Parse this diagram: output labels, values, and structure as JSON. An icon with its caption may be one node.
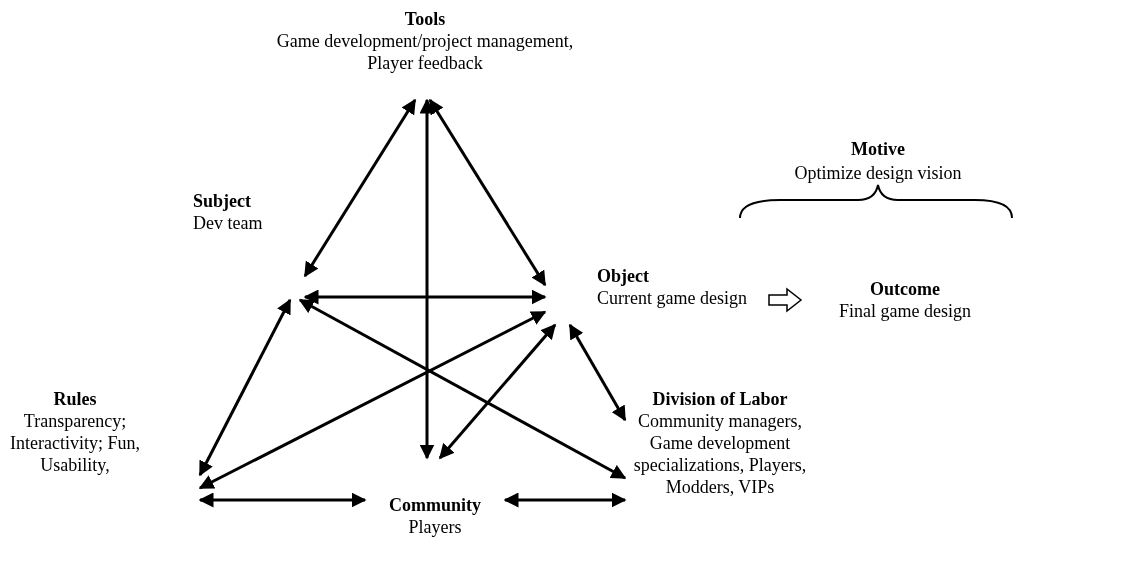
{
  "diagram": {
    "nodes": [
      {
        "text": [
          "Tools",
          "Game development/project management, Player feedback"
        ]
      },
      {
        "text": [
          "Subject",
          "Dev team"
        ]
      },
      {
        "text": [
          "Object",
          "Current game design"
        ]
      },
      {
        "text": [
          "Outcome",
          "Final game design"
        ]
      },
      {
        "text": [
          "Rules",
          "Transparency; Interactivity; Fun, Usability,"
        ]
      },
      {
        "text": [
          "Community",
          "Players"
        ]
      },
      {
        "text": [
          "Division of Labor",
          "Community managers, Game development specializations, Players, Modders, VIPs"
        ]
      }
    ],
    "edges": [
      {
        "from": 0,
        "to": 1,
        "arrow": "both"
      },
      {
        "from": 0,
        "to": 2,
        "arrow": "both"
      },
      {
        "from": 1,
        "to": 2,
        "arrow": "both"
      },
      {
        "from": 0,
        "to": 5,
        "arrow": "both"
      },
      {
        "from": 2,
        "to": 3,
        "arrow": "to",
        "style": "thick"
      },
      {
        "from": 1,
        "to": 4,
        "arrow": "both"
      },
      {
        "from": 1,
        "to": 6,
        "arrow": "both"
      },
      {
        "from": 2,
        "to": 4,
        "arrow": "both"
      },
      {
        "from": 2,
        "to": 5,
        "arrow": "both"
      },
      {
        "from": 2,
        "to": 6,
        "arrow": "both"
      },
      {
        "from": 4,
        "to": 5,
        "arrow": "both"
      },
      {
        "from": 5,
        "to": 6,
        "arrow": "both"
      }
    ],
    "labels": [
      "Motive",
      "Optimize design vision"
    ]
  }
}
